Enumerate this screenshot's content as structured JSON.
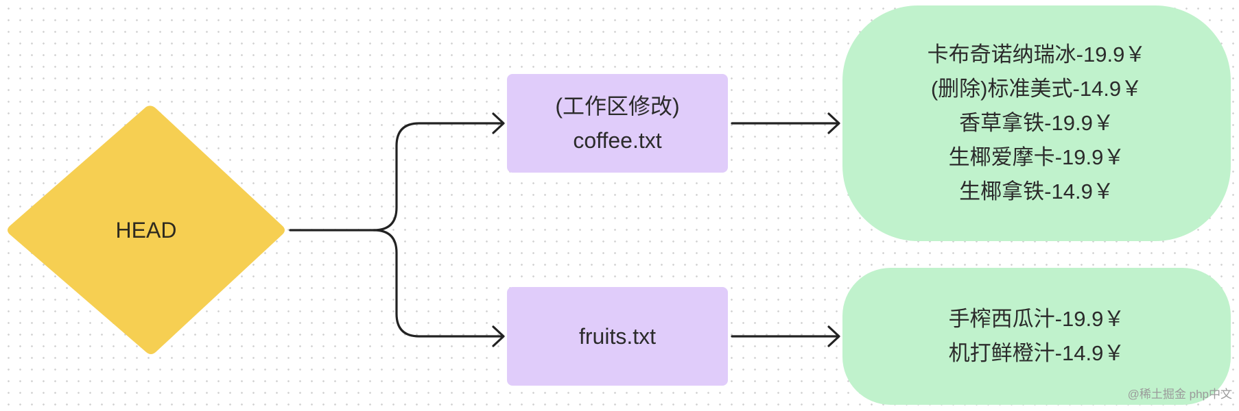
{
  "head": {
    "label": "HEAD"
  },
  "coffee_box": {
    "lines": [
      "(工作区修改)",
      "coffee.txt"
    ]
  },
  "fruits_box": {
    "lines": [
      "fruits.txt"
    ]
  },
  "coffee_contents": {
    "items": [
      "卡布奇诺纳瑞冰-19.9￥",
      "(删除)标准美式-14.9￥",
      "香草拿铁-19.9￥",
      "生椰爱摩卡-19.9￥",
      "生椰拿铁-14.9￥"
    ]
  },
  "fruits_contents": {
    "items": [
      "手榨西瓜汁-19.9￥",
      "机打鲜橙汁-14.9￥"
    ]
  },
  "watermark": {
    "text": "@稀土掘金 php中文"
  },
  "colors": {
    "head_fill": "#f6cf52",
    "file_box_fill": "#e0ccfa",
    "content_fill": "#c0f2cc",
    "connector": "#222222",
    "background_dots": "#d4d4d4"
  }
}
